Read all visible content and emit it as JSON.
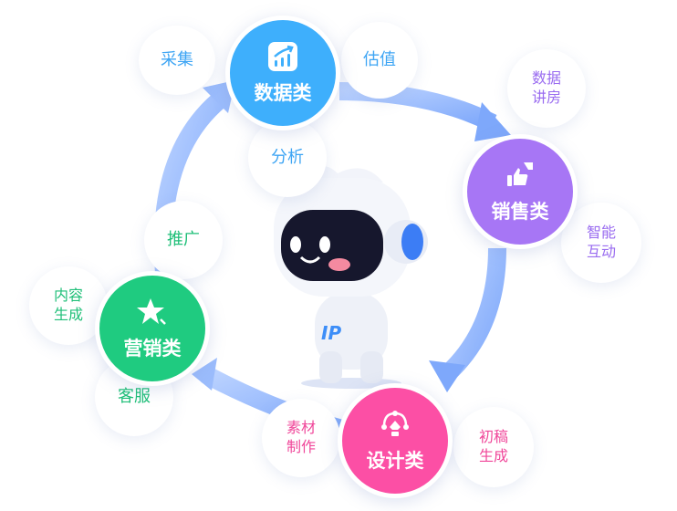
{
  "colors": {
    "data": "#3eaffc",
    "sales": "#a776f5",
    "design": "#fc4fa5",
    "marketing": "#1fcb80"
  },
  "categories": {
    "data": {
      "label": "数据类",
      "icon": "chart-growth-icon"
    },
    "sales": {
      "label": "销售类",
      "icon": "thumbs-up-icon"
    },
    "design": {
      "label": "设计类",
      "icon": "pen-tool-icon"
    },
    "marketing": {
      "label": "营销类",
      "icon": "star-icon"
    }
  },
  "tags": {
    "collect": "采集",
    "valuation": "估值",
    "analysis": "分析",
    "data_house_1": "数据",
    "data_house_2": "讲房",
    "interact_1": "智能",
    "interact_2": "互动",
    "draft_1": "初稿",
    "draft_2": "生成",
    "material_1": "素材",
    "material_2": "制作",
    "service": "客服",
    "content_1": "内容",
    "content_2": "生成",
    "promote": "推广"
  },
  "robot": {
    "badge": "IP"
  }
}
